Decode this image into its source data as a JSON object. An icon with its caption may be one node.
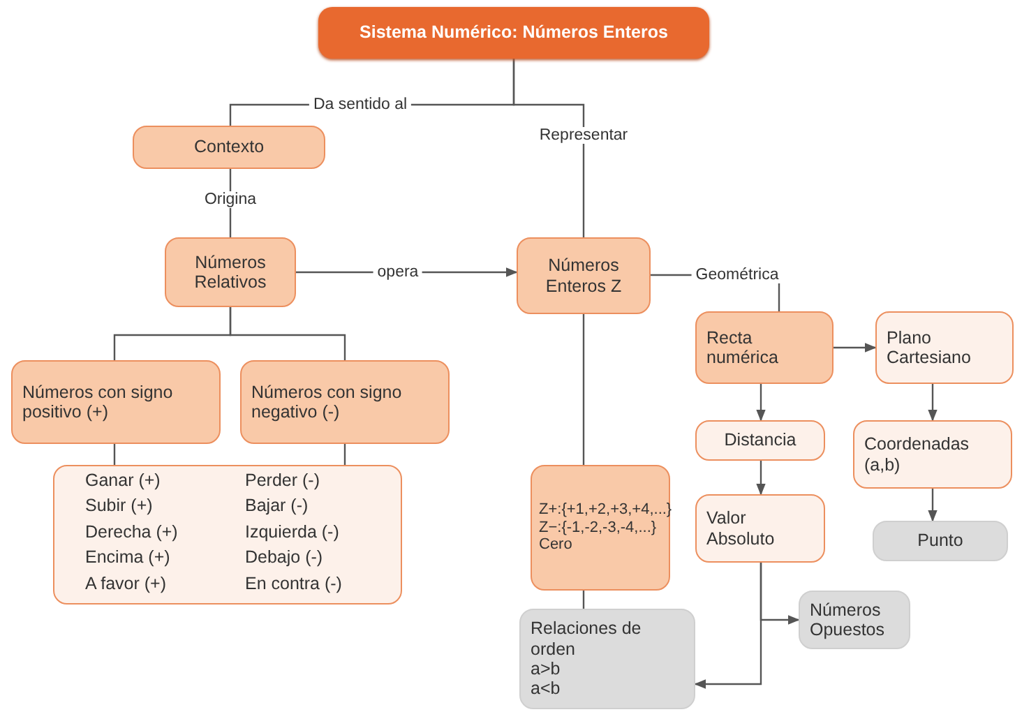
{
  "diagram": {
    "nodes": [
      {
        "text": [
          "Sistema Numérico: Números Enteros"
        ]
      },
      {
        "text": [
          "Contexto"
        ]
      },
      {
        "text": [
          "Números Relativos"
        ]
      },
      {
        "text": [
          "Números Enteros Z"
        ]
      },
      {
        "text": [
          "Números con signo positivo (+)"
        ]
      },
      {
        "text": [
          "Números con signo negativo (-)"
        ]
      },
      {
        "text": [
          "Ganar (+)",
          "Subir (+)",
          "Derecha (+)",
          "Encima (+)",
          "A favor (+)",
          "Perder (-)",
          "Bajar (-)",
          "Izquierda (-)",
          "Debajo (-)",
          "En contra (-)"
        ]
      },
      {
        "text": [
          "Z+:{+1,+2,+3,+4,...}",
          "Z−:{-1,-2,-3,-4,...}",
          "Cero"
        ]
      },
      {
        "text": [
          "Recta numérica"
        ]
      },
      {
        "text": [
          "Plano Cartesiano"
        ]
      },
      {
        "text": [
          "Distancia"
        ]
      },
      {
        "text": [
          "Coordenadas (a,b)"
        ]
      },
      {
        "text": [
          "Valor Absoluto"
        ]
      },
      {
        "text": [
          "Punto"
        ]
      },
      {
        "text": [
          "Relaciones de orden",
          "a>b",
          "a<b"
        ]
      },
      {
        "text": [
          "Números Opuestos"
        ]
      }
    ],
    "edges": [
      {
        "from": 0,
        "to": 1,
        "arrow": "none",
        "label": "Da sentido al"
      },
      {
        "from": 0,
        "to": 3,
        "arrow": "none",
        "label": "Representar"
      },
      {
        "from": 1,
        "to": 2,
        "arrow": "none",
        "label": "Origina"
      },
      {
        "from": 2,
        "to": 3,
        "arrow": "to",
        "label": "opera"
      },
      {
        "from": 3,
        "to": 8,
        "arrow": "none",
        "label": "Geométrica"
      },
      {
        "from": 2,
        "to": 4,
        "arrow": "none"
      },
      {
        "from": 2,
        "to": 5,
        "arrow": "none"
      },
      {
        "from": 4,
        "to": 6,
        "arrow": "none"
      },
      {
        "from": 5,
        "to": 6,
        "arrow": "none"
      },
      {
        "from": 3,
        "to": 7,
        "arrow": "none"
      },
      {
        "from": 7,
        "to": 14,
        "arrow": "none"
      },
      {
        "from": 8,
        "to": 9,
        "arrow": "to"
      },
      {
        "from": 8,
        "to": 10,
        "arrow": "to"
      },
      {
        "from": 9,
        "to": 11,
        "arrow": "to"
      },
      {
        "from": 10,
        "to": 12,
        "arrow": "to"
      },
      {
        "from": 11,
        "to": 13,
        "arrow": "to"
      },
      {
        "from": 12,
        "to": 15,
        "arrow": "to"
      },
      {
        "from": 12,
        "to": 14,
        "arrow": "to"
      }
    ]
  }
}
